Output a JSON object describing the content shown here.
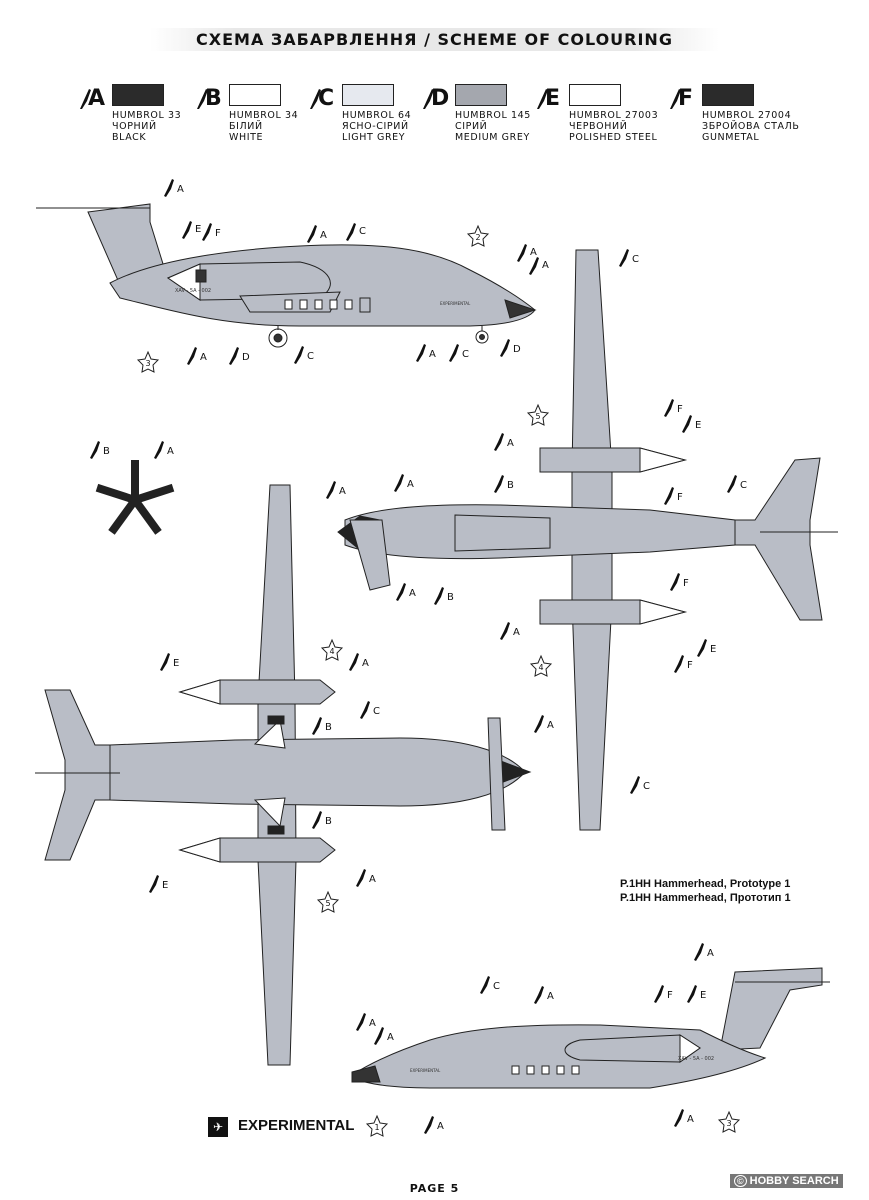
{
  "title": "СХЕМА ЗАБАРВЛЕННЯ / SCHEME OF COLOURING",
  "legend": [
    {
      "letter": "A",
      "code": "HUMBROL 33",
      "ua": "ЧОРНИЙ",
      "en": "BLACK",
      "color": "#2b2b2b"
    },
    {
      "letter": "B",
      "code": "HUMBROL 34",
      "ua": "БІЛИЙ",
      "en": "WHITE",
      "color": "#ffffff"
    },
    {
      "letter": "C",
      "code": "HUMBROL 64",
      "ua": "ЯСНО-СІРИЙ",
      "en": "LIGHT GREY",
      "color": "#e6e9ef"
    },
    {
      "letter": "D",
      "code": "HUMBROL 145",
      "ua": "СІРИЙ",
      "en": "MEDIUM GREY",
      "color": "#a4a7ae"
    },
    {
      "letter": "E",
      "code": "HUMBROL 27003",
      "ua": "ЧЕРВОНИЙ",
      "en": "POLISHED STEEL",
      "color": "#ffffff"
    },
    {
      "letter": "F",
      "code": "HUMBROL 27004",
      "ua": "ЗБРОЙОВА СТАЛЬ",
      "en": "GUNMETAL",
      "color": "#2b2b2b"
    }
  ],
  "aircraft_color": "#b9bdc6",
  "caption_line1": "P.1HH Hammerhead, Prototype 1",
  "caption_line2": "P.1HH Hammerhead, Прототип 1",
  "experimental_label": "EXPERIMENTAL",
  "page_label": "PAGE 5",
  "watermark_text": "HOBBY SEARCH",
  "reg_text": "XAV - 5A - 002",
  "small_label": "EXPERIMENTAL",
  "callouts": {
    "A": "A",
    "B": "B",
    "C": "C",
    "D": "D",
    "E": "E",
    "F": "F"
  },
  "stars": [
    "1",
    "2",
    "3",
    "4",
    "5"
  ]
}
